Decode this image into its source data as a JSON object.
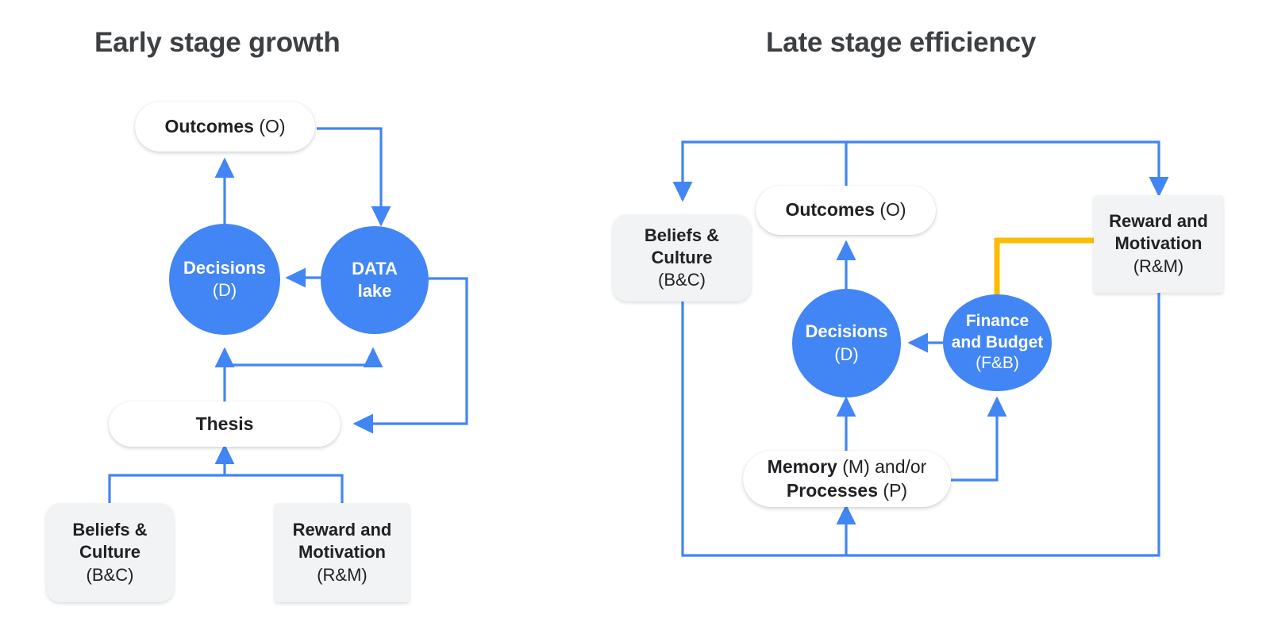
{
  "colors": {
    "accent_blue": "#4285F4",
    "accent_yellow": "#FBBC04",
    "node_gray": "#F1F3F4",
    "text_dark": "#202124",
    "title_gray": "#3c4043",
    "background": "#FFFFFF"
  },
  "panels": [
    {
      "id": "early-stage",
      "title": "Early stage growth",
      "nodes": {
        "outcomes": {
          "bold": "Outcomes",
          "regular": "(O)"
        },
        "decisions": {
          "bold": "Decisions",
          "regular": "(D)"
        },
        "data_lake": {
          "line1": "DATA",
          "line2": "lake"
        },
        "thesis": {
          "bold": "Thesis"
        },
        "beliefs": {
          "line1": "Beliefs &",
          "line2": "Culture",
          "regular": "(B&C)"
        },
        "reward": {
          "line1": "Reward and",
          "line2": "Motivation",
          "regular": "(R&M)"
        }
      },
      "edges": [
        {
          "from": "Decisions (D)",
          "to": "Outcomes (O)",
          "color": "#4285F4"
        },
        {
          "from": "Outcomes (O)",
          "to": "DATA lake",
          "color": "#4285F4"
        },
        {
          "from": "DATA lake",
          "to": "Decisions (D)",
          "color": "#4285F4"
        },
        {
          "from": "DATA lake",
          "to": "Thesis",
          "color": "#4285F4"
        },
        {
          "from": "Thesis",
          "to": "Decisions (D)",
          "color": "#4285F4"
        },
        {
          "from": "Thesis",
          "to": "DATA lake",
          "color": "#4285F4"
        },
        {
          "from": "Beliefs & Culture (B&C)",
          "to": "Thesis",
          "color": "#4285F4"
        },
        {
          "from": "Reward and Motivation (R&M)",
          "to": "Thesis",
          "color": "#4285F4"
        }
      ]
    },
    {
      "id": "late-stage",
      "title": "Late stage efficiency",
      "nodes": {
        "outcomes": {
          "bold": "Outcomes",
          "regular": "(O)"
        },
        "decisions": {
          "bold": "Decisions",
          "regular": "(D)"
        },
        "finance": {
          "line1": "Finance",
          "line2": "and Budget",
          "regular": "(F&B)"
        },
        "beliefs": {
          "line1": "Beliefs &",
          "line2": "Culture",
          "regular": "(B&C)"
        },
        "reward": {
          "line1": "Reward and",
          "line2": "Motivation",
          "regular": "(R&M)"
        },
        "memory": {
          "bold1": "Memory",
          "reg1": "(M) and/or",
          "bold2": "Processes",
          "reg2": "(P)"
        }
      },
      "edges": [
        {
          "from": "Decisions (D)",
          "to": "Outcomes (O)",
          "color": "#4285F4"
        },
        {
          "from": "Outcomes (O)",
          "to": "Beliefs & Culture (B&C)",
          "color": "#4285F4"
        },
        {
          "from": "Outcomes (O)",
          "to": "Reward and Motivation (R&M)",
          "color": "#4285F4"
        },
        {
          "from": "Beliefs & Culture (B&C)",
          "to": "Memory (M) and/or Processes (P)",
          "color": "#4285F4"
        },
        {
          "from": "Reward and Motivation (R&M)",
          "to": "Memory (M) and/or Processes (P)",
          "color": "#4285F4"
        },
        {
          "from": "Reward and Motivation (R&M)",
          "to": "Finance and Budget (F&B)",
          "color": "#FBBC04"
        },
        {
          "from": "Finance and Budget (F&B)",
          "to": "Decisions (D)",
          "color": "#4285F4"
        },
        {
          "from": "Memory (M) and/or Processes (P)",
          "to": "Decisions (D)",
          "color": "#4285F4"
        },
        {
          "from": "Memory (M) and/or Processes (P)",
          "to": "Finance and Budget (F&B)",
          "color": "#4285F4"
        }
      ]
    }
  ]
}
